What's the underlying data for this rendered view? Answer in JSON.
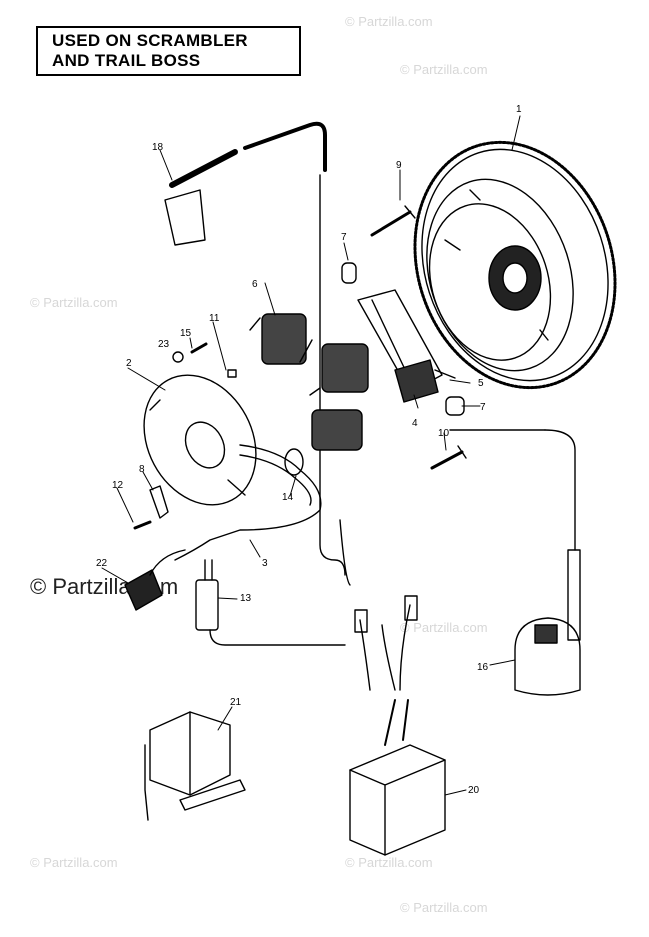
{
  "header": {
    "line1": "USED ON SCRAMBLER",
    "line2": "AND TRAIL BOSS"
  },
  "watermark": {
    "text": "© Partzilla.com",
    "prominent": "© Partzilla.com"
  },
  "callouts": [
    "1",
    "2",
    "3",
    "4",
    "5",
    "6",
    "7",
    "7",
    "8",
    "9",
    "10",
    "11",
    "12",
    "13",
    "14",
    "15",
    "16",
    "18",
    "20",
    "21",
    "22",
    "23"
  ],
  "colors": {
    "ink": "#000000",
    "watermark": "#d7d7d7"
  }
}
